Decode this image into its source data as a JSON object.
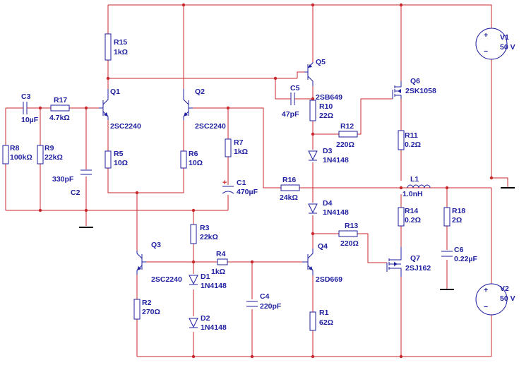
{
  "schematic": {
    "components": {
      "R15": {
        "ref": "R15",
        "value": "1kΩ"
      },
      "R17": {
        "ref": "R17",
        "value": "4.7kΩ"
      },
      "C3": {
        "ref": "C3",
        "value": "10µF"
      },
      "R8": {
        "ref": "R8",
        "value": "100kΩ"
      },
      "R9": {
        "ref": "R9",
        "value": "22kΩ"
      },
      "C2": {
        "ref": "C2",
        "value": "330pF"
      },
      "Q1": {
        "ref": "Q1",
        "value": "2SC2240"
      },
      "Q2": {
        "ref": "Q2",
        "value": "2SC2240"
      },
      "R5": {
        "ref": "R5",
        "value": "10Ω"
      },
      "R6": {
        "ref": "R6",
        "value": "10Ω"
      },
      "R7": {
        "ref": "R7",
        "value": "1kΩ"
      },
      "C1": {
        "ref": "C1",
        "value": "470µF"
      },
      "R16": {
        "ref": "R16",
        "value": "24kΩ"
      },
      "Q5": {
        "ref": "Q5",
        "value": "2SB649"
      },
      "C5": {
        "ref": "C5",
        "value": "47pF"
      },
      "R10": {
        "ref": "R10",
        "value": "22Ω"
      },
      "R12": {
        "ref": "R12",
        "value": "220Ω"
      },
      "D3": {
        "ref": "D3",
        "value": "1N4148"
      },
      "D4": {
        "ref": "D4",
        "value": "1N4148"
      },
      "R13": {
        "ref": "R13",
        "value": "220Ω"
      },
      "Q4": {
        "ref": "Q4",
        "value": "2SD669"
      },
      "R1": {
        "ref": "R1",
        "value": "62Ω"
      },
      "Q6": {
        "ref": "Q6",
        "value": "2SK1058"
      },
      "R11": {
        "ref": "R11",
        "value": "0.2Ω"
      },
      "L1": {
        "ref": "L1",
        "value": "1.0nH"
      },
      "R14": {
        "ref": "R14",
        "value": "0.2Ω"
      },
      "R18": {
        "ref": "R18",
        "value": "2Ω"
      },
      "C6": {
        "ref": "C6",
        "value": "0.22µF"
      },
      "Q7": {
        "ref": "Q7",
        "value": "2SJ162"
      },
      "Q3": {
        "ref": "Q3",
        "value": "2SC2240"
      },
      "R3": {
        "ref": "R3",
        "value": "22kΩ"
      },
      "R4": {
        "ref": "R4",
        "value": "1kΩ"
      },
      "D1": {
        "ref": "D1",
        "value": "1N4148"
      },
      "D2": {
        "ref": "D2",
        "value": "1N4148"
      },
      "R2": {
        "ref": "R2",
        "value": "270Ω"
      },
      "C4": {
        "ref": "C4",
        "value": "220pF"
      },
      "V1": {
        "ref": "V1",
        "value": "50 V"
      },
      "V2": {
        "ref": "V2",
        "value": "50 V"
      }
    },
    "symbols": {
      "plus": "+",
      "minus": "−",
      "cap_polarity": "+"
    },
    "colors": {
      "wire": "#c8282c",
      "component": "#1f1fa0",
      "ground": "#000000"
    }
  }
}
